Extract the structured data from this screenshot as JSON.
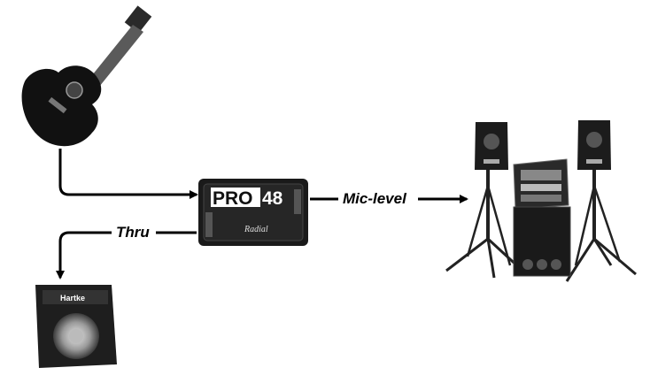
{
  "labels": {
    "mic_level": "Mic-level",
    "thru": "Thru"
  },
  "di_box": {
    "brand_pro": "PRO",
    "brand_num": "48",
    "maker": "Radial"
  },
  "amp": {
    "brand": "Hartke"
  },
  "colors": {
    "line": "#000000",
    "device": "#1a1a1a",
    "background": "#ffffff"
  },
  "icons": [
    "acoustic-guitar-icon",
    "di-box-icon",
    "bass-amp-icon",
    "pa-system-icon"
  ]
}
